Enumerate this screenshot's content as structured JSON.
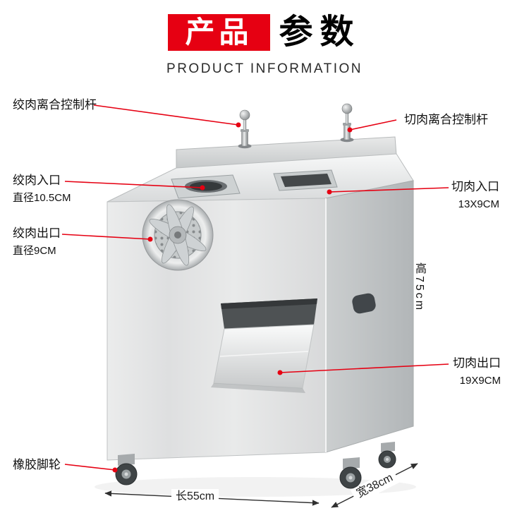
{
  "colors": {
    "accent": "#e60012",
    "text": "#111111",
    "dimension": "#2f2f2f"
  },
  "header": {
    "title_highlight": "产品",
    "title_rest": "参数",
    "subtitle": "PRODUCT INFORMATION"
  },
  "callouts": {
    "grind_lever": {
      "label": "绞肉离合控制杆"
    },
    "cut_lever": {
      "label": "切肉离合控制杆"
    },
    "grind_inlet": {
      "label": "绞肉入口",
      "value": "直径10.5CM"
    },
    "cut_inlet": {
      "label": "切肉入口",
      "value": "13X9CM"
    },
    "grind_outlet": {
      "label": "绞肉出口",
      "value": "直径9CM"
    },
    "cut_outlet": {
      "label": "切肉出口",
      "value": "19X9CM"
    },
    "casters": {
      "label": "橡胶脚轮"
    },
    "height": {
      "label": "高75cm"
    },
    "length": {
      "label": "长55cm"
    },
    "width": {
      "label": "宽38cm"
    }
  }
}
